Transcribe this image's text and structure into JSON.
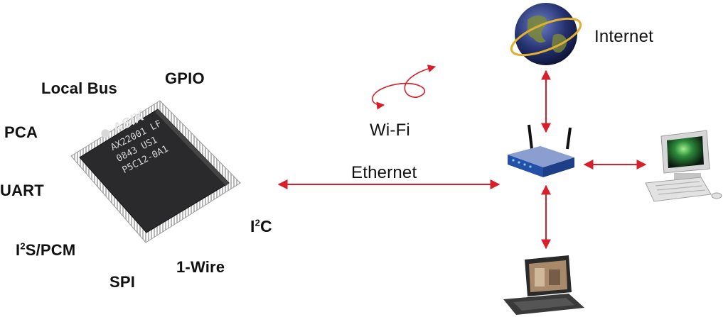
{
  "interfaces": {
    "local_bus": "Local Bus",
    "gpio": "GPIO",
    "pca": "PCA",
    "uart": "UART",
    "i2s_base": "I",
    "i2s_sup": "2",
    "i2s_rest": "S/PCM",
    "spi": "SPI",
    "one_wire": "1-Wire",
    "i2c_base": "I",
    "i2c_sup": "2",
    "i2c_rest": "C"
  },
  "chip": {
    "brand": "ASIX",
    "line1": "AX22001  LF",
    "line2": "0843    US1",
    "line3": "P5C12-0A1"
  },
  "network": {
    "wifi": "Wi-Fi",
    "ethernet": "Ethernet",
    "internet": "Internet"
  },
  "colors": {
    "arrow": "#d81e28",
    "chip_body": "#2a2a2c",
    "router": "#2450a8"
  }
}
